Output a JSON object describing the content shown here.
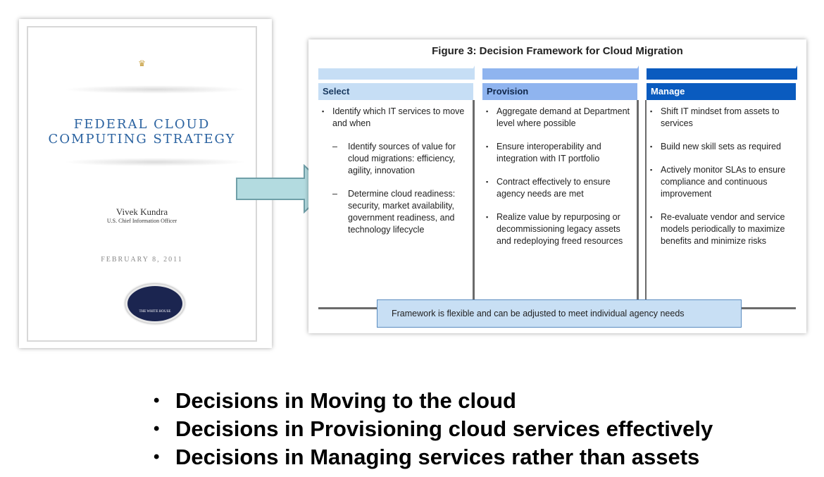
{
  "cover": {
    "title_line1": "FEDERAL CLOUD",
    "title_line2": "COMPUTING STRATEGY",
    "author": "Vivek Kundra",
    "role": "U.S. Chief Information Officer",
    "date": "FEBRUARY 8, 2011",
    "seal_text": "THE WHITE HOUSE"
  },
  "figure": {
    "title": "Figure 3: Decision Framework for Cloud Migration",
    "columns": [
      {
        "header": "Select",
        "items": [
          {
            "type": "bullet",
            "text": "Identify which IT services to move and when"
          },
          {
            "type": "dash",
            "text": "Identify sources of value for cloud migrations: efficiency, agility, innovation"
          },
          {
            "type": "dash",
            "text": "Determine cloud readiness: security, market availability, government readiness, and technology lifecycle"
          }
        ]
      },
      {
        "header": "Provision",
        "items": [
          {
            "type": "bullet",
            "text": "Aggregate demand at Department level where possible"
          },
          {
            "type": "bullet",
            "text": "Ensure interoperability and integration with IT portfolio"
          },
          {
            "type": "bullet",
            "text": "Contract effectively to ensure agency needs are met"
          },
          {
            "type": "bullet",
            "text": "Realize value by repurposing or decommissioning legacy assets and redeploying freed resources"
          }
        ]
      },
      {
        "header": "Manage",
        "items": [
          {
            "type": "bullet",
            "text": "Shift IT mindset from assets to services"
          },
          {
            "type": "bullet",
            "text": "Build new skill sets as required"
          },
          {
            "type": "bullet",
            "text": "Actively monitor SLAs to ensure compliance and continuous improvement"
          },
          {
            "type": "bullet",
            "text": "Re-evaluate vendor and service models periodically to maximize benefits and minimize risks"
          }
        ]
      }
    ],
    "banner": "Framework is flexible and can be adjusted to meet individual agency needs"
  },
  "bullets": [
    "Decisions in Moving to the cloud",
    "Decisions in Provisioning cloud services effectively",
    "Decisions in Managing services rather than assets"
  ],
  "colors": {
    "select_band": "#c6def5",
    "provision_band": "#8fb4ef",
    "manage_band": "#0a5bbf",
    "cover_title": "#2a62a0",
    "arrow_fill": "#b3dbe0"
  }
}
